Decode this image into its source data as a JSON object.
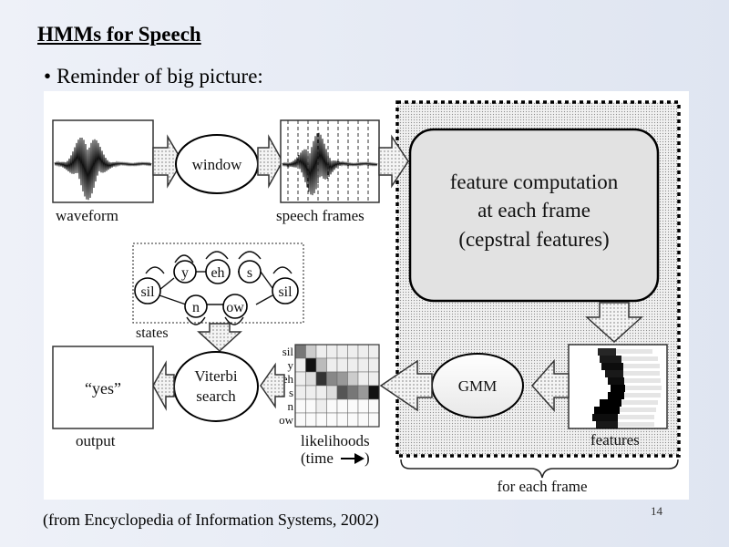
{
  "slide": {
    "title": "HMMs for Speech",
    "bullet": "Reminder of big picture:",
    "caption": "(from Encyclopedia of Information Systems, 2002)",
    "page_number": "14"
  },
  "diagram": {
    "waveform_label": "waveform",
    "window_label": "window",
    "speech_frames_label": "speech frames",
    "feature_box": {
      "line1": "feature computation",
      "line2": "at each frame",
      "line3": "(cepstral features)"
    },
    "states_label": "states",
    "hmm_states": [
      "sil",
      "y",
      "eh",
      "s",
      "sil",
      "n",
      "ow"
    ],
    "gmm_label": "GMM",
    "features_label": "features",
    "viterbi_line1": "Viterbi",
    "viterbi_line2": "search",
    "likelihood_rows": [
      "sil",
      "y",
      "eh",
      "s",
      "n",
      "ow"
    ],
    "likelihoods_label": "likelihoods",
    "time_label": "(time",
    "time_close": ")",
    "output_text": "“yes”",
    "output_label": "output",
    "for_each_frame_label": "for each frame"
  }
}
